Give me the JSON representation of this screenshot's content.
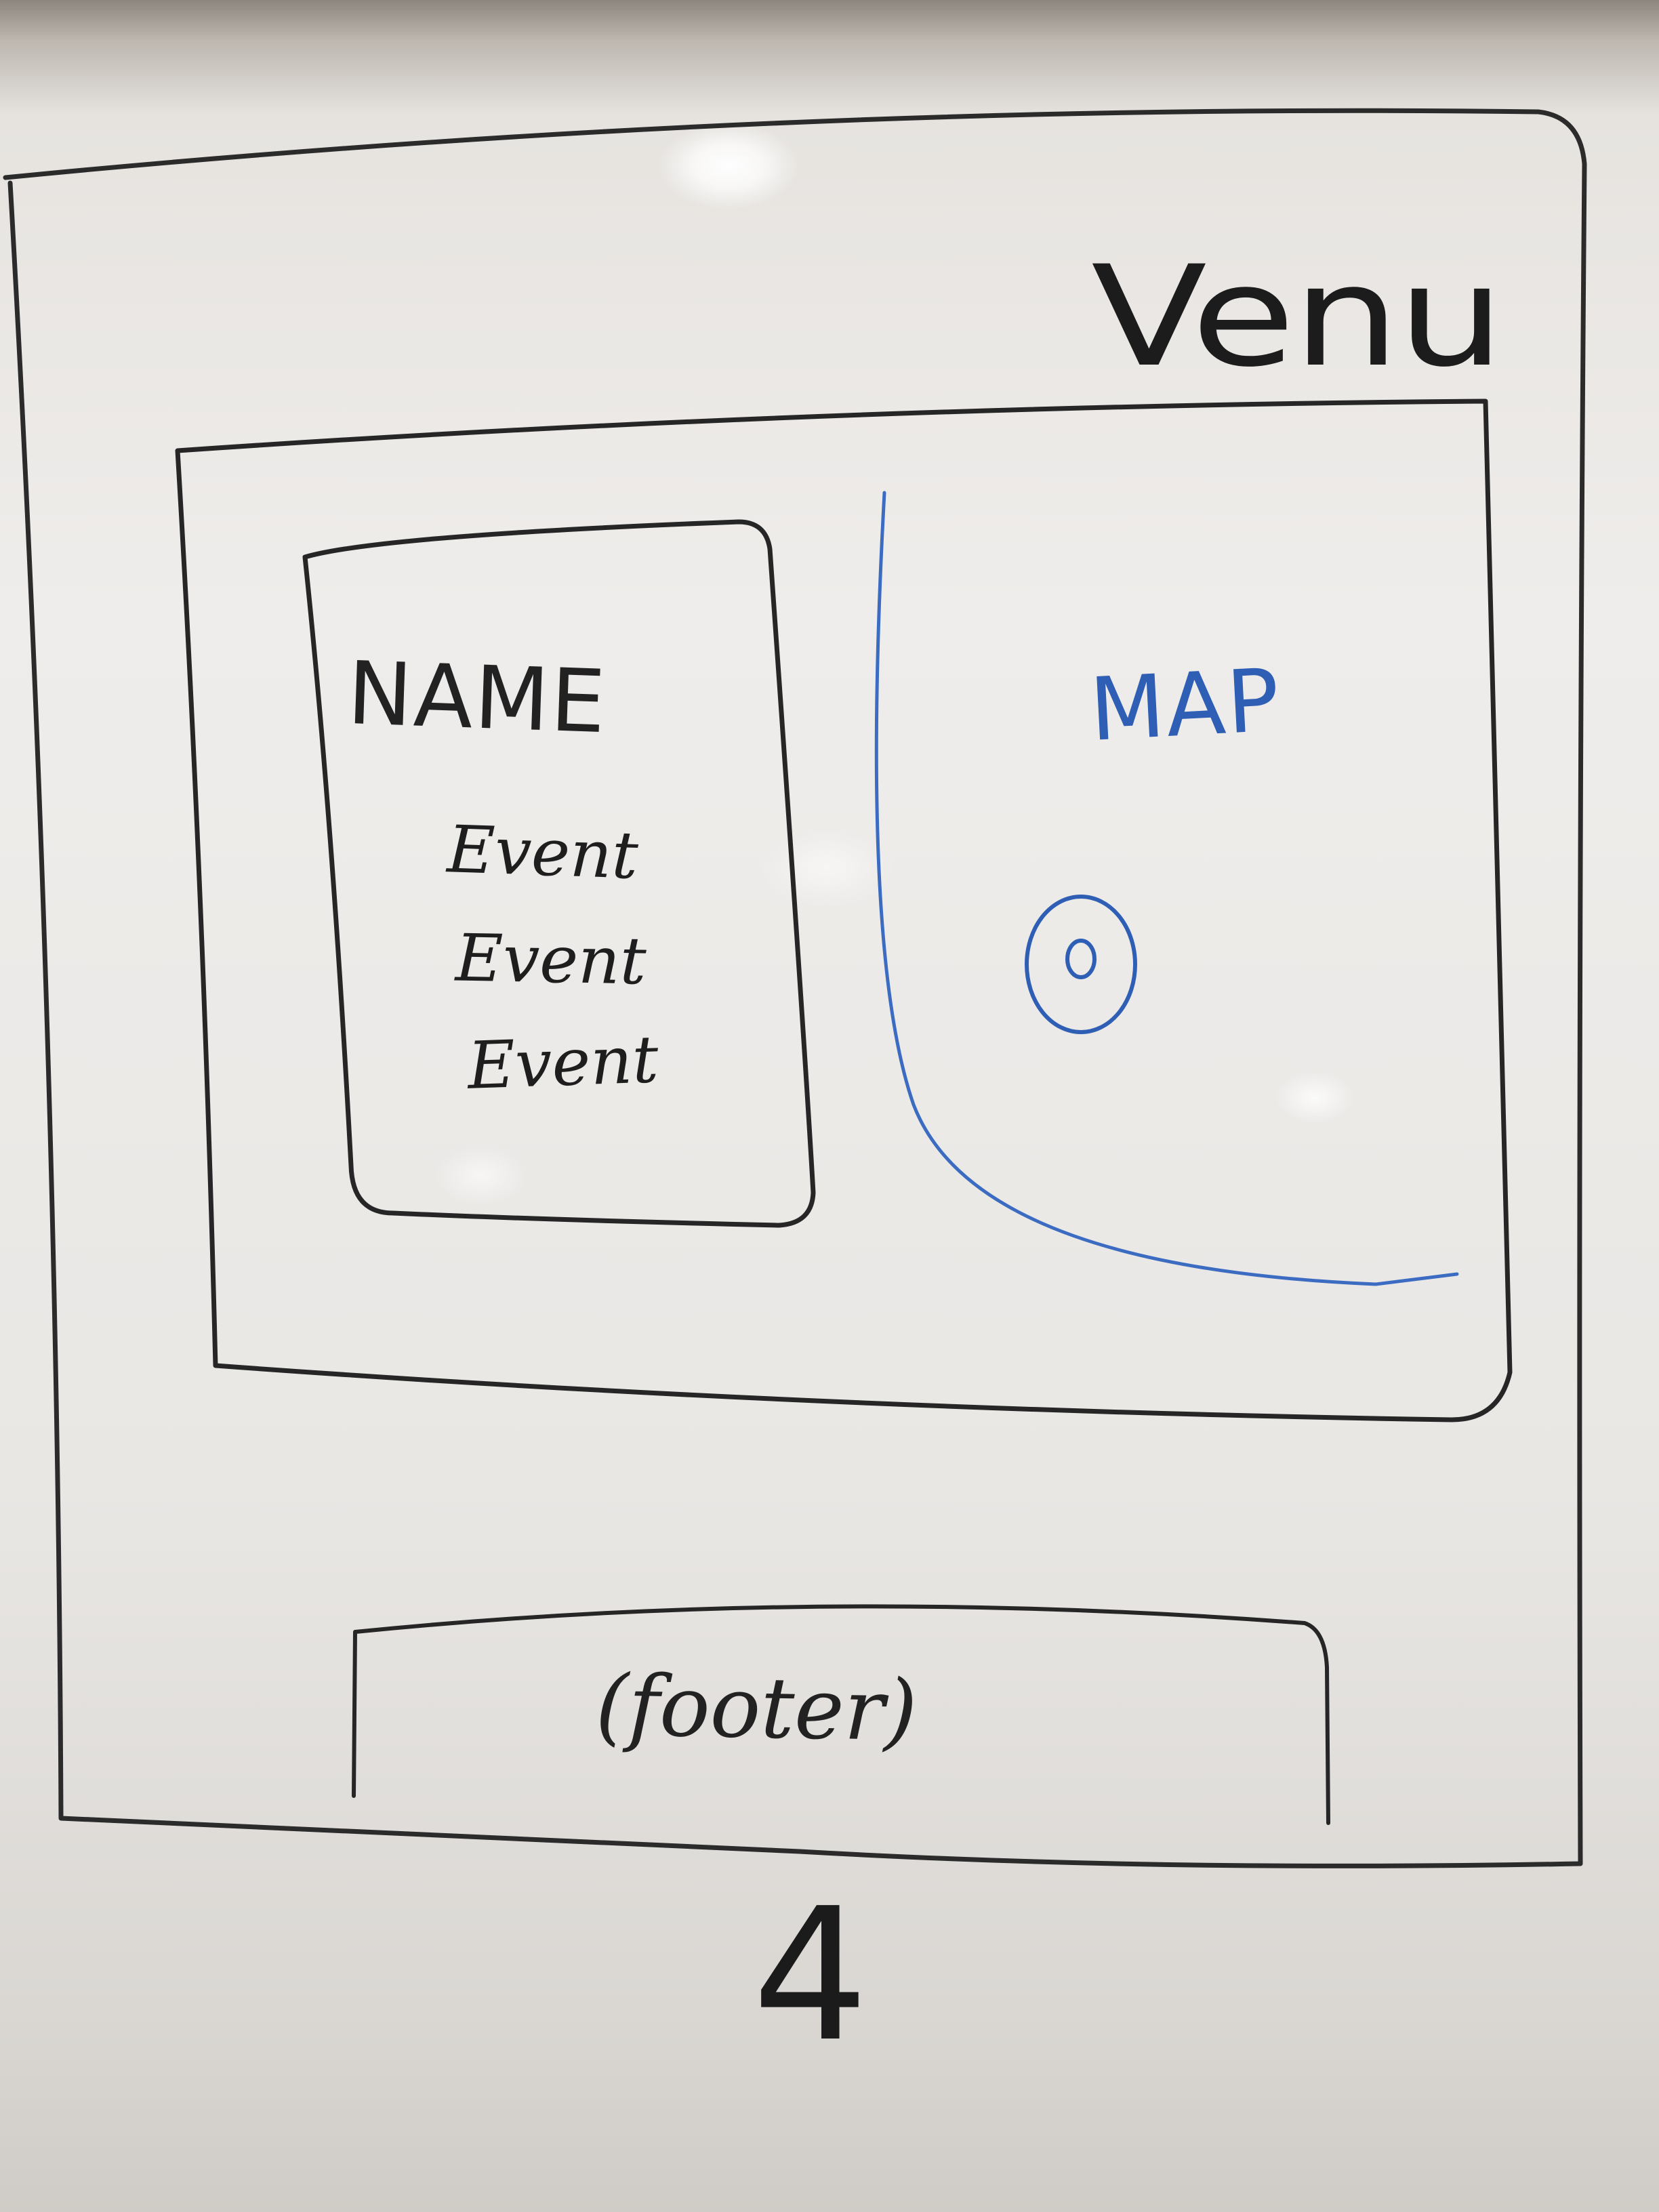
{
  "header": {
    "app_title": "Venu"
  },
  "venue_card": {
    "name": "NAME",
    "events": [
      "Event",
      "Event",
      "Event"
    ]
  },
  "map": {
    "label": "MAP",
    "marker_icon": "location-marker-icon",
    "ink_color": "#2f5fb4"
  },
  "footer": {
    "label": "(footer)"
  },
  "page": {
    "number": "4"
  }
}
